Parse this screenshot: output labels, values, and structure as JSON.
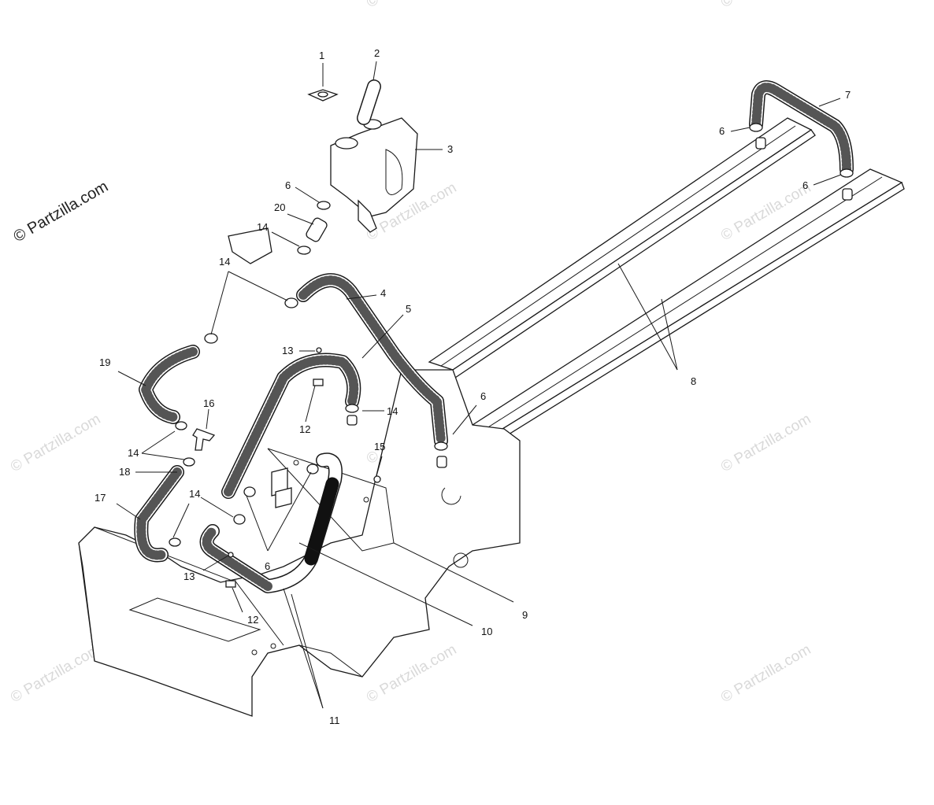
{
  "watermark": {
    "primary": "© Partzilla.com",
    "faint": "© Partzilla.com"
  },
  "callouts": [
    "1",
    "2",
    "3",
    "6",
    "20",
    "14",
    "14",
    "4",
    "5",
    "7",
    "6",
    "6",
    "13",
    "19",
    "16",
    "14",
    "12",
    "6",
    "8",
    "14",
    "15",
    "18",
    "17",
    "14",
    "6",
    "13",
    "12",
    "9",
    "10",
    "11"
  ],
  "colors": {
    "line": "#1a1a1a",
    "watermark": "#d9d9d9",
    "background": "#ffffff"
  }
}
